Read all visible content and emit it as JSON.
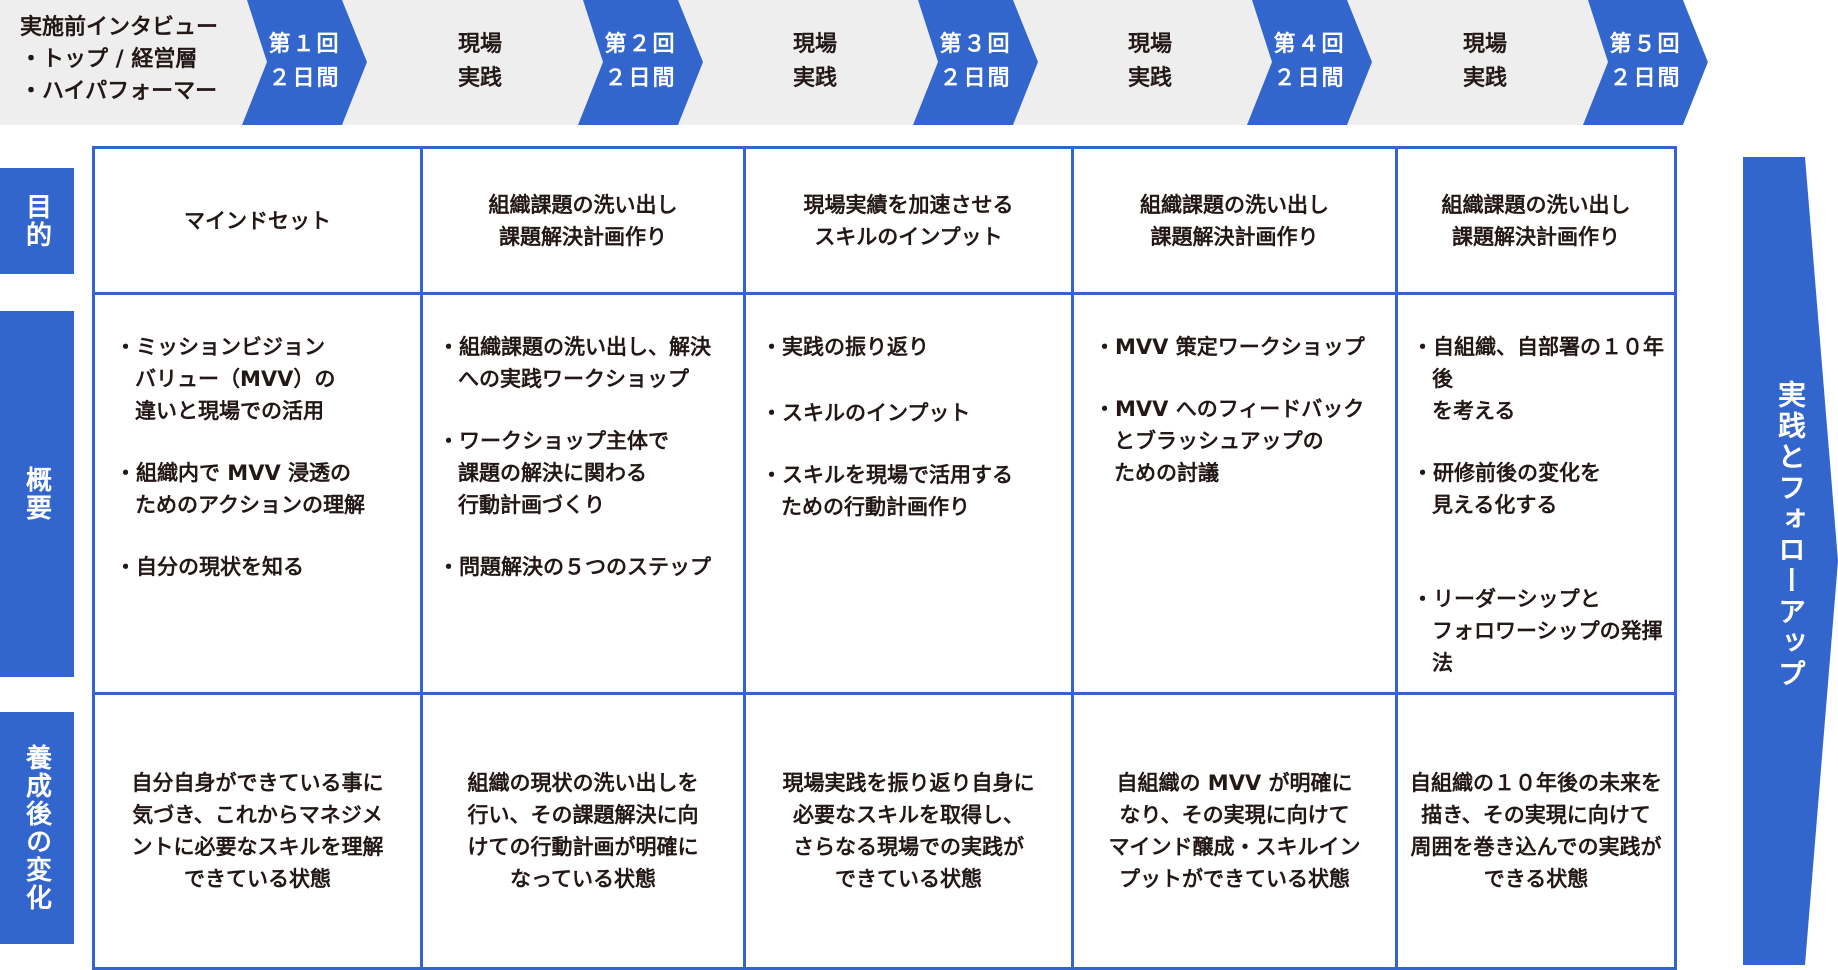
{
  "header": {
    "intro": "実施前インタビュー\n・トップ / 経営層\n・ハイパフォーマー",
    "sessions": [
      {
        "label": "第１回\n２日間"
      },
      {
        "label": "第２回\n２日間"
      },
      {
        "label": "第３回\n２日間"
      },
      {
        "label": "第４回\n２日間"
      },
      {
        "label": "第５回\n２日間"
      }
    ],
    "practice_label": "現場\n実践"
  },
  "row_labels": {
    "purpose": "目的",
    "overview": "概要",
    "change": "養成後の変化"
  },
  "columns": [
    {
      "purpose": "マインドセット",
      "overview": [
        "・ミッションビジョン\nバリュー（MVV）の\n違いと現場での活用",
        "・組織内で MVV 浸透の\nためのアクションの理解",
        "・自分の現状を知る"
      ],
      "change": "自分自身ができている事に\n気づき、これからマネジメ\nントに必要なスキルを理解\nできている状態"
    },
    {
      "purpose": "組織課題の洗い出し\n課題解決計画作り",
      "overview": [
        "・組織課題の洗い出し、解決\nへの実践ワークショップ",
        "・ワークショップ主体で\n課題の解決に関わる\n行動計画づくり",
        "・問題解決の５つのステップ"
      ],
      "change": "組織の現状の洗い出しを\n行い、その課題解決に向\nけての行動計画が明確に\nなっている状態"
    },
    {
      "purpose": "現場実績を加速させる\nスキルのインプット",
      "overview": [
        "・実践の振り返り",
        "・スキルのインプット",
        "・スキルを現場で活用する\nための行動計画作り"
      ],
      "change": "現場実践を振り返り自身に\n必要なスキルを取得し、\nさらなる現場での実践が\nできている状態"
    },
    {
      "purpose": "組織課題の洗い出し\n課題解決計画作り",
      "overview": [
        "・MVV 策定ワークショップ",
        "・MVV へのフィードバック\nとブラッシュアップの\nための討議"
      ],
      "change": "自組織の MVV が明確に\nなり、その実現に向けて\nマインド醸成・スキルイン\nプットができている状態"
    },
    {
      "purpose": "組織課題の洗い出し\n課題解決計画作り",
      "overview": [
        "・自組織、自部署の１０年後\nを考える",
        "・研修前後の変化を\n見える化する",
        "・リーダーシップと\nフォロワーシップの発揮法"
      ],
      "change": "自組織の１０年後の未来を\n描き、その実現に向けて\n周囲を巻き込んでの実践が\nできる状態"
    }
  ],
  "follow_up": "実践とフォローアップ",
  "colors": {
    "accent": "#3366cc",
    "bar_bg": "#eeeeee",
    "text": "#231815"
  }
}
